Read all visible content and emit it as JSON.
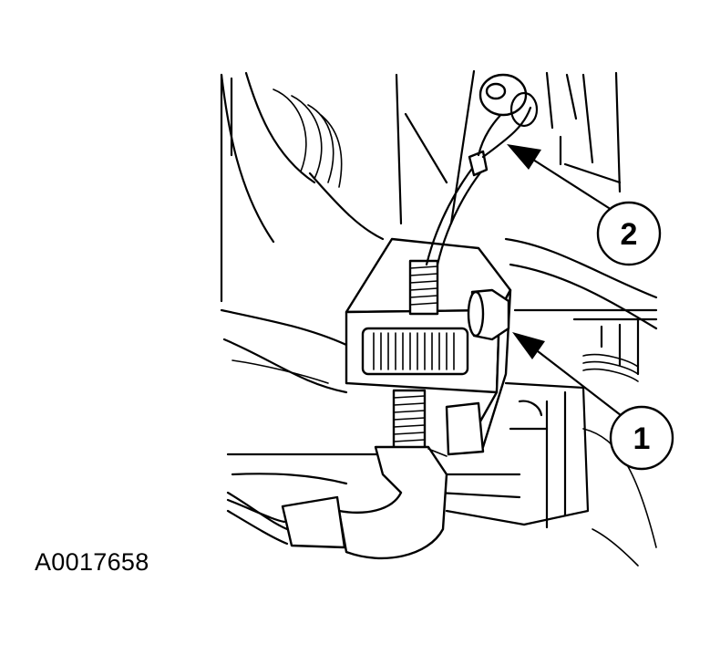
{
  "figure_id": "A0017658",
  "callouts": [
    {
      "number": "1"
    },
    {
      "number": "2"
    }
  ],
  "colors": {
    "line": "#000000",
    "background": "#ffffff"
  }
}
